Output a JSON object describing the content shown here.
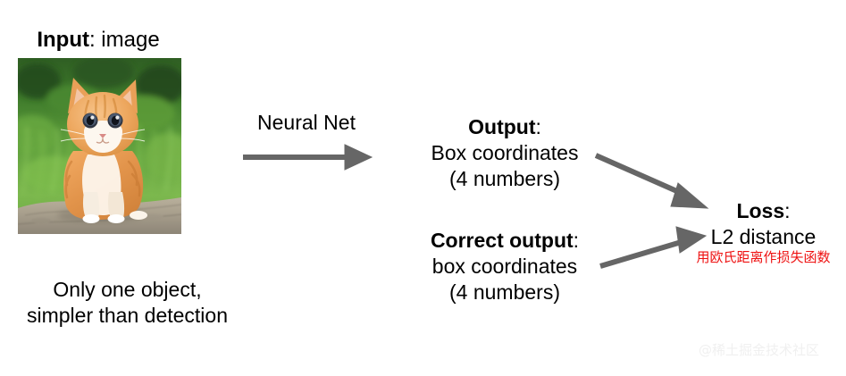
{
  "slide": {
    "background": "#ffffff",
    "arrow_color": "#666666",
    "text_color": "#000000",
    "annotation_color": "#ee1111",
    "watermark_color": "#f0f0f0"
  },
  "input": {
    "title_bold": "Input",
    "title_rest": ": image",
    "photo_alt": "orange tabby kitten sitting on a rock in front of green grass",
    "caption_line1": "Only one object,",
    "caption_line2": "simpler than detection"
  },
  "neural_net": {
    "label": "Neural Net",
    "arrow_name": "neural-net-arrow"
  },
  "output": {
    "heading_bold": "Output",
    "heading_rest": ":",
    "line2": "Box coordinates",
    "line3": "(4 numbers)"
  },
  "correct_output": {
    "heading_bold": "Correct output",
    "heading_rest": ":",
    "line2": "box coordinates",
    "line3": "(4 numbers)"
  },
  "loss": {
    "heading_bold": "Loss",
    "heading_rest": ":",
    "line2": "L2 distance",
    "annotation": "用欧氏距离作损失函数"
  },
  "watermark": {
    "text": "@稀土掘金技术社区"
  }
}
